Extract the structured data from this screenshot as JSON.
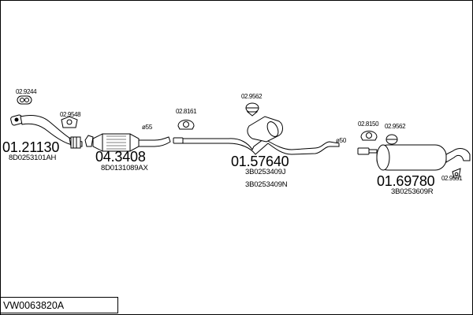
{
  "diagram": {
    "code": "VW0063820A",
    "parts": [
      {
        "number": "01.21130",
        "oem": "8D0253101AH"
      },
      {
        "number": "04.3408",
        "oem": "8D0131089AX"
      },
      {
        "number": "01.57640",
        "oem": [
          "3B0253409J",
          "3B0253409N"
        ]
      },
      {
        "number": "01.69780",
        "oem": "3B0253609R"
      }
    ],
    "fittings": [
      "02.9244",
      "02.9548",
      "02.8161",
      "02.9562",
      "02.8150",
      "02.9562",
      "02.9551"
    ],
    "diameters": [
      "ø55",
      "ø50"
    ]
  }
}
